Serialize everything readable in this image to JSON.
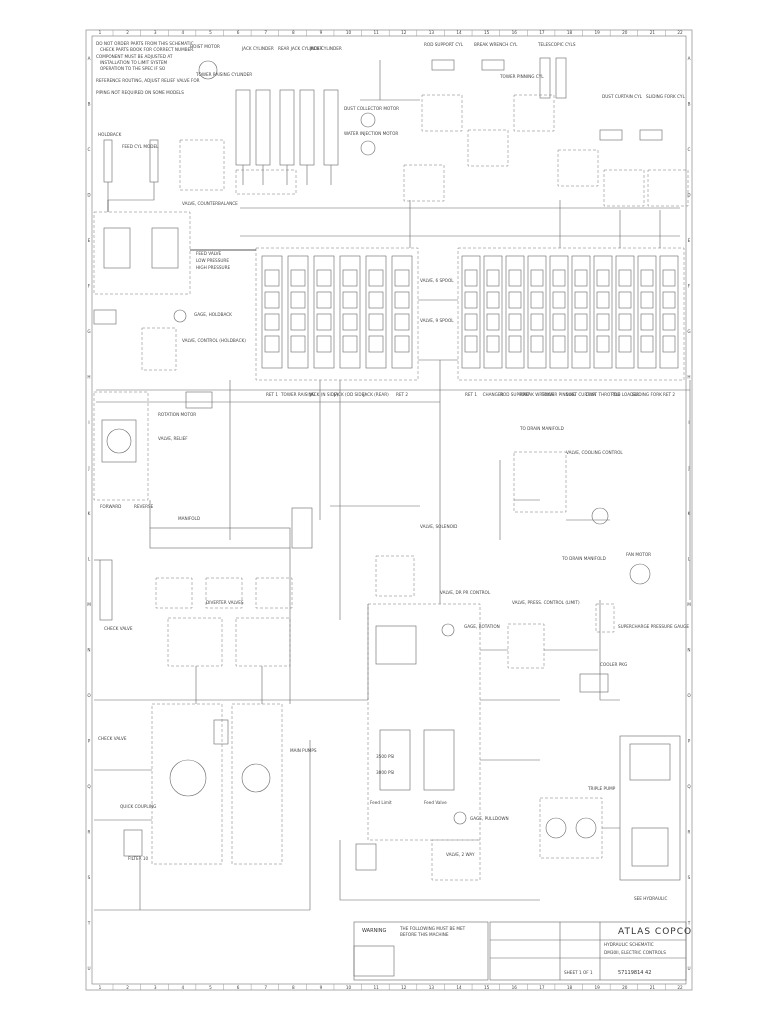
{
  "border": {
    "top_numbers": [
      "1",
      "2",
      "3",
      "4",
      "5",
      "6",
      "7",
      "8",
      "9",
      "10",
      "11",
      "12",
      "13",
      "14",
      "15",
      "16",
      "17",
      "18",
      "19",
      "20",
      "21",
      "22"
    ],
    "side_letters": [
      "A",
      "B",
      "C",
      "D",
      "E",
      "F",
      "G",
      "H",
      "I",
      "J",
      "K",
      "L",
      "M",
      "N",
      "O",
      "P",
      "Q",
      "R",
      "S",
      "T",
      "U"
    ]
  },
  "notes": {
    "note1": "DO NOT ORDER PARTS FROM THIS SCHEMATIC.",
    "note1b": "CHECK PARTS BOOK FOR CORRECT NUMBER.",
    "note2": "COMPONENT MUST BE ADJUSTED AT",
    "note2b": "INSTALLATION TO LIMIT SYSTEM",
    "note2c": "OPERATION TO THE SPEC IF SO",
    "note3": "REFERENCE ROUTING, ADJUST RELIEF VALVE FOR",
    "note4": "PIPING NOT REQUIRED ON SOME MODELS"
  },
  "labels": {
    "holdback": "HOLDBACK",
    "feed_cyl": "FEED CYL MODEL",
    "hoist_motor": "HOIST MOTOR",
    "tower_raising": "TOWER RAISING CYLINDER",
    "jack_cyl": "JACK CYLINDER",
    "rear_jack": "REAR JACK CYLINDER",
    "rod_support": "ROD SUPPORT CYL",
    "break_wrench": "BREAK WRENCH CYL",
    "telescopic": "TELESCOPIC CYLS",
    "tower_pin_lock": "TOWER PINNING CYL",
    "dust_curtain": "DUST CURTAIN CYL",
    "sliding_fork": "SLIDING FORK CYL",
    "dust_collector": "DUST COLLECTOR MOTOR",
    "water_injection": "WATER INJECTION MOTOR",
    "valve_counterbalance": "VALVE, COUNTERBALANCE",
    "feed_valve": "FEED VALVE",
    "low_pressure": "LOW PRESSURE",
    "high_pressure": "HIGH PRESSURE",
    "valve_6spool": "VALVE, 6 SPOOL",
    "valve_9spool": "VALVE, 9 SPOOL",
    "gage_holdback": "GAGE, HOLDBACK",
    "valve_control_holdback": "VALVE, CONTROL (HOLDBACK)",
    "rotation_motor": "ROTATION MOTOR",
    "valve_relief": "VALVE, RELIEF",
    "manifold": "MANIFOLD",
    "valve_solenoid": "VALVE, SOLENOID",
    "diverter_valves": "DIVERTER VALVES",
    "valve_drill_control": "VALVE, DR PR CONTROL",
    "gage_rotation": "GAGE, ROTATION",
    "valve_press_control": "VALVE, PRESS. CONTROL (LIMIT)",
    "valve_cooling": "VALVE, COOLING CONTROL",
    "fan_motor": "FAN MOTOR",
    "check_valve": "CHECK VALVE",
    "quick_coupling": "QUICK COUPLING",
    "filter": "FILTER 10",
    "main_pumps": "MAIN PUMPS",
    "triple_pump": "TRIPLE PUMP",
    "see_hydraulic": "SEE HYDRAULIC",
    "cooler_pkg": "COOLER PKG",
    "supercharge_gauge": "SUPERCHARGE PRESSURE GAUGE",
    "feed_limit": "Feed Limit",
    "feed_valve2": "Feed Valve",
    "psi_3500": "3500 PSI",
    "psi_3000": "3000 PSI",
    "gage_pulldown": "GAGE, PULLDOWN",
    "valve_2way": "VALVE, 2 WAY",
    "forward": "FORWARD",
    "reverse": "REVERSE",
    "to_drain": "TO DRAIN MANIFOLD"
  },
  "spool_labels_left": [
    "RET 1",
    "TOWER RAISING",
    "JACK (N SIDE)",
    "JACK (OD SIDE)",
    "JACK (REAR)",
    "RET 2"
  ],
  "spool_labels_right": [
    "RET 1",
    "CHANGER",
    "ROD SUPPORT",
    "BREAK WRENCH",
    "TOWER PINNING",
    "DUST CURTAIN",
    "DUST THROTTLE",
    "ROD LOADER",
    "SLIDING FORK",
    "RET 2"
  ],
  "warning": {
    "title": "WARNING",
    "text1": "THE FOLLOWING MUST BE MET",
    "text2": "BEFORE THIS MACHINE"
  },
  "titleblock": {
    "company": "ATLAS COPCO",
    "title1": "HYDRAULIC SCHEMATIC",
    "title2": "DM30II, ELECTRIC CONTROLS",
    "drawing_no": "57119814 42",
    "sheet": "SHEET 1 OF 1"
  }
}
